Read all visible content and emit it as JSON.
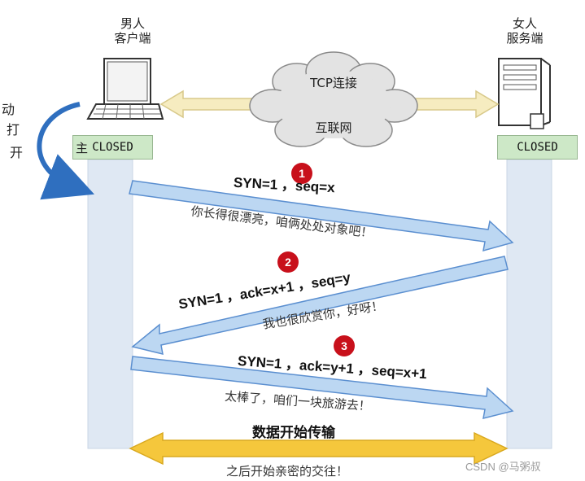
{
  "client": {
    "title_line1": "男人",
    "title_line2": "客户端",
    "status": "CLOSED",
    "active_open_chars": [
      "动",
      "打",
      "开"
    ],
    "active_open_overlay": "主"
  },
  "server": {
    "title_line1": "女人",
    "title_line2": "服务端",
    "status": "CLOSED"
  },
  "network": {
    "cloud_top": "TCP连接",
    "cloud_bottom": "互联网"
  },
  "steps": [
    {
      "number": "1",
      "label": "SYN=1 ，seq=x",
      "note": "你长得很漂亮，咱俩处处对象吧！"
    },
    {
      "number": "2",
      "label": "SYN=1 ，ack=x+1 ，seq=y",
      "note": "我也很欣赏你，好呀！"
    },
    {
      "number": "3",
      "label": "SYN=1 ，ack=y+1 ，seq=x+1",
      "note": "太棒了，咱们一块旅游去！"
    }
  ],
  "data_transfer": {
    "label": "数据开始传输",
    "note": "之后开始亲密的交往！"
  },
  "watermark": "CSDN @马粥叔",
  "colors": {
    "lifeline": "#dfe8f3",
    "status_bg": "#cde8c7",
    "arrow_fill": "#bcd7f2",
    "arrow_stroke": "#5b8fd0",
    "data_arrow": "#f5c73c",
    "badge": "#c8101b",
    "curve_arrow": "#2f6fbf"
  }
}
